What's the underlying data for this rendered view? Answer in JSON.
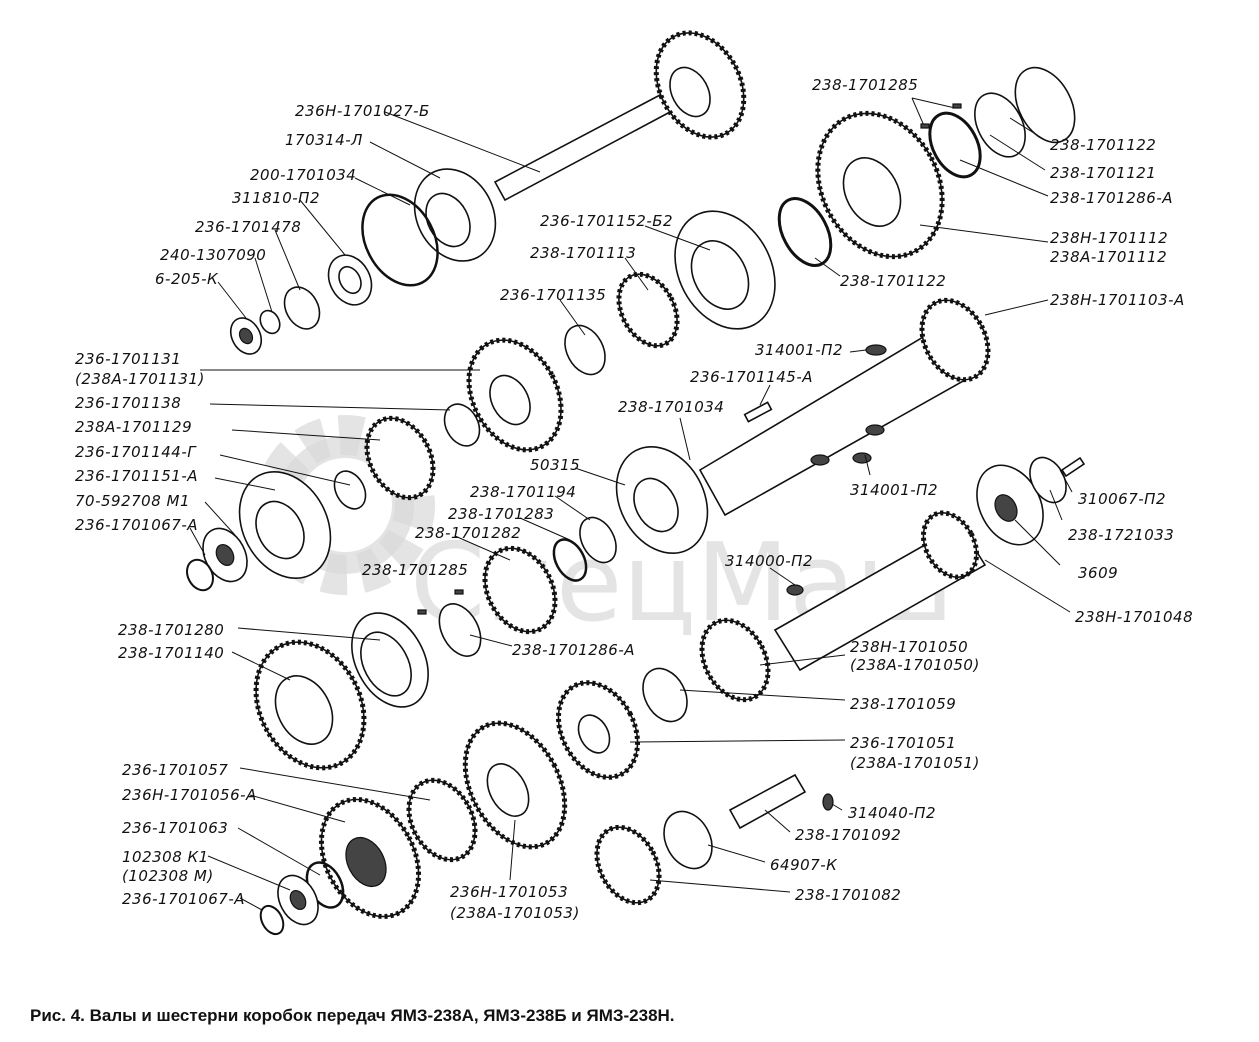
{
  "caption": "Рис. 4. Валы и шестерни коробок передач ЯМЗ-238А, ЯМЗ-238Б и ЯМЗ-238Н.",
  "watermark": "СпецМаш",
  "watermark_icon": "gear-icon",
  "labels": {
    "l01": "236Н-1701027-Б",
    "l02": "170314-Л",
    "l03": "200-1701034",
    "l04": "311810-П2",
    "l05": "236-1701478",
    "l06": "240-1307090",
    "l07": "6-205-К",
    "l08": "238-1701285",
    "l09": "238-1701122",
    "l10": "238-1701121",
    "l11": "238-1701286-А",
    "l12": "238Н-1701112",
    "l13": "238А-1701112",
    "l14": "236-1701152-Б2",
    "l15": "238-1701113",
    "l16": "238-1701122",
    "l17": "236-1701135",
    "l18": "238Н-1701103-А",
    "l19": "314001-П2",
    "l20": "236-1701131",
    "l21": "(238А-1701131)",
    "l22": "236-1701138",
    "l23": "238А-1701129",
    "l24": "236-1701144-Г",
    "l25": "236-1701151-А",
    "l26": "70-592708 М1",
    "l27": "236-1701067-А",
    "l28": "236-1701145-А",
    "l29": "238-1701034",
    "l30": "50315",
    "l31": "314001-П2",
    "l32": "238-1701194",
    "l33": "238-1701283",
    "l34": "238-1701282",
    "l35": "310067-П2",
    "l36": "238-1721033",
    "l37": "3609",
    "l38": "314000-П2",
    "l39": "238-1701285",
    "l40": "238Н-1701048",
    "l41": "238-1701280",
    "l42": "238-1701140",
    "l43": "238-1701286-А",
    "l44": "238Н-1701050",
    "l45": "(238А-1701050)",
    "l46": "238-1701059",
    "l47": "236-1701051",
    "l48": "(238А-1701051)",
    "l49": "236-1701057",
    "l50": "236Н-1701056-А",
    "l51": "236-1701063",
    "l52": "102308 К1",
    "l53": "(102308 М)",
    "l54": "236-1701067-А",
    "l55": "236Н-1701053",
    "l56": "(238А-1701053)",
    "l57": "314040-П2",
    "l58": "238-1701092",
    "l59": "64907-К",
    "l60": "238-1701082"
  }
}
